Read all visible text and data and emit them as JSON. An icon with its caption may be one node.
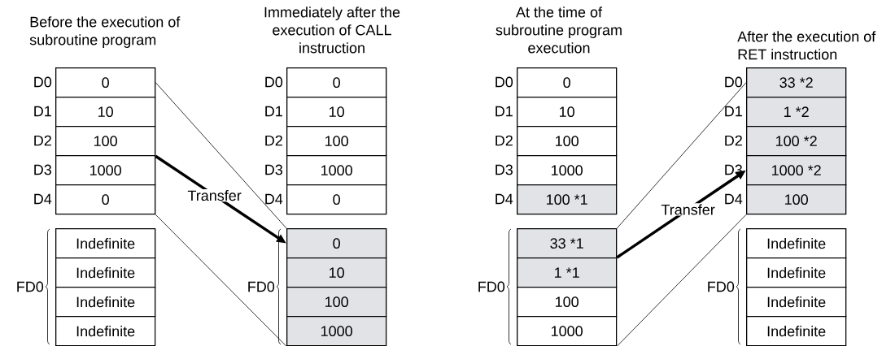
{
  "diagram": {
    "nodes": [
      {
        "text": [
          "0"
        ]
      },
      {
        "text": [
          "10"
        ]
      },
      {
        "text": [
          "100"
        ]
      },
      {
        "text": [
          "1000"
        ]
      },
      {
        "text": [
          "0"
        ]
      },
      {
        "text": [
          "Indefinite"
        ]
      },
      {
        "text": [
          "Indefinite"
        ]
      },
      {
        "text": [
          "Indefinite"
        ]
      },
      {
        "text": [
          "Indefinite"
        ]
      },
      {
        "text": [
          "0"
        ]
      },
      {
        "text": [
          "10"
        ]
      },
      {
        "text": [
          "100"
        ]
      },
      {
        "text": [
          "1000"
        ]
      },
      {
        "text": [
          "0"
        ]
      },
      {
        "text": [
          "0"
        ]
      },
      {
        "text": [
          "10"
        ]
      },
      {
        "text": [
          "100"
        ]
      },
      {
        "text": [
          "1000"
        ]
      },
      {
        "text": [
          "0"
        ]
      },
      {
        "text": [
          "10"
        ]
      },
      {
        "text": [
          "100"
        ]
      },
      {
        "text": [
          "1000"
        ]
      },
      {
        "text": [
          "100 *1"
        ]
      },
      {
        "text": [
          "33 *1"
        ]
      },
      {
        "text": [
          "1 *1"
        ]
      },
      {
        "text": [
          "100"
        ]
      },
      {
        "text": [
          "1000"
        ]
      },
      {
        "text": [
          "33 *2"
        ]
      },
      {
        "text": [
          "1 *2"
        ]
      },
      {
        "text": [
          "100 *2"
        ]
      },
      {
        "text": [
          "1000 *2"
        ]
      },
      {
        "text": [
          "100"
        ]
      },
      {
        "text": [
          "Indefinite"
        ]
      },
      {
        "text": [
          "Indefinite"
        ]
      },
      {
        "text": [
          "Indefinite"
        ]
      },
      {
        "text": [
          "Indefinite"
        ]
      }
    ],
    "edges": [
      {
        "from": 0,
        "to": 14,
        "arrow": "none"
      },
      {
        "from": 2,
        "to": 14,
        "arrow": "to",
        "style": "thick",
        "label": "Transfer"
      },
      {
        "from": 4,
        "to": 17,
        "arrow": "none"
      },
      {
        "from": 23,
        "to": 27,
        "arrow": "none"
      },
      {
        "from": 24,
        "to": 30,
        "arrow": "to",
        "style": "thick",
        "label": "Transfer"
      },
      {
        "from": 26,
        "to": 31,
        "arrow": "none"
      }
    ],
    "labels": [
      "Before the execution of subroutine program",
      "Immediately after the execution of CALL instruction",
      "At the time of subroutine program execution",
      "After the execution of RET instruction",
      "D0",
      "D1",
      "D2",
      "D3",
      "D4",
      "FD0",
      "D0",
      "D1",
      "D2",
      "D3",
      "D4",
      "FD0",
      "D0",
      "D1",
      "D2",
      "D3",
      "D4",
      "FD0",
      "D0",
      "D1",
      "D2",
      "D3",
      "D4",
      "FD0"
    ]
  }
}
